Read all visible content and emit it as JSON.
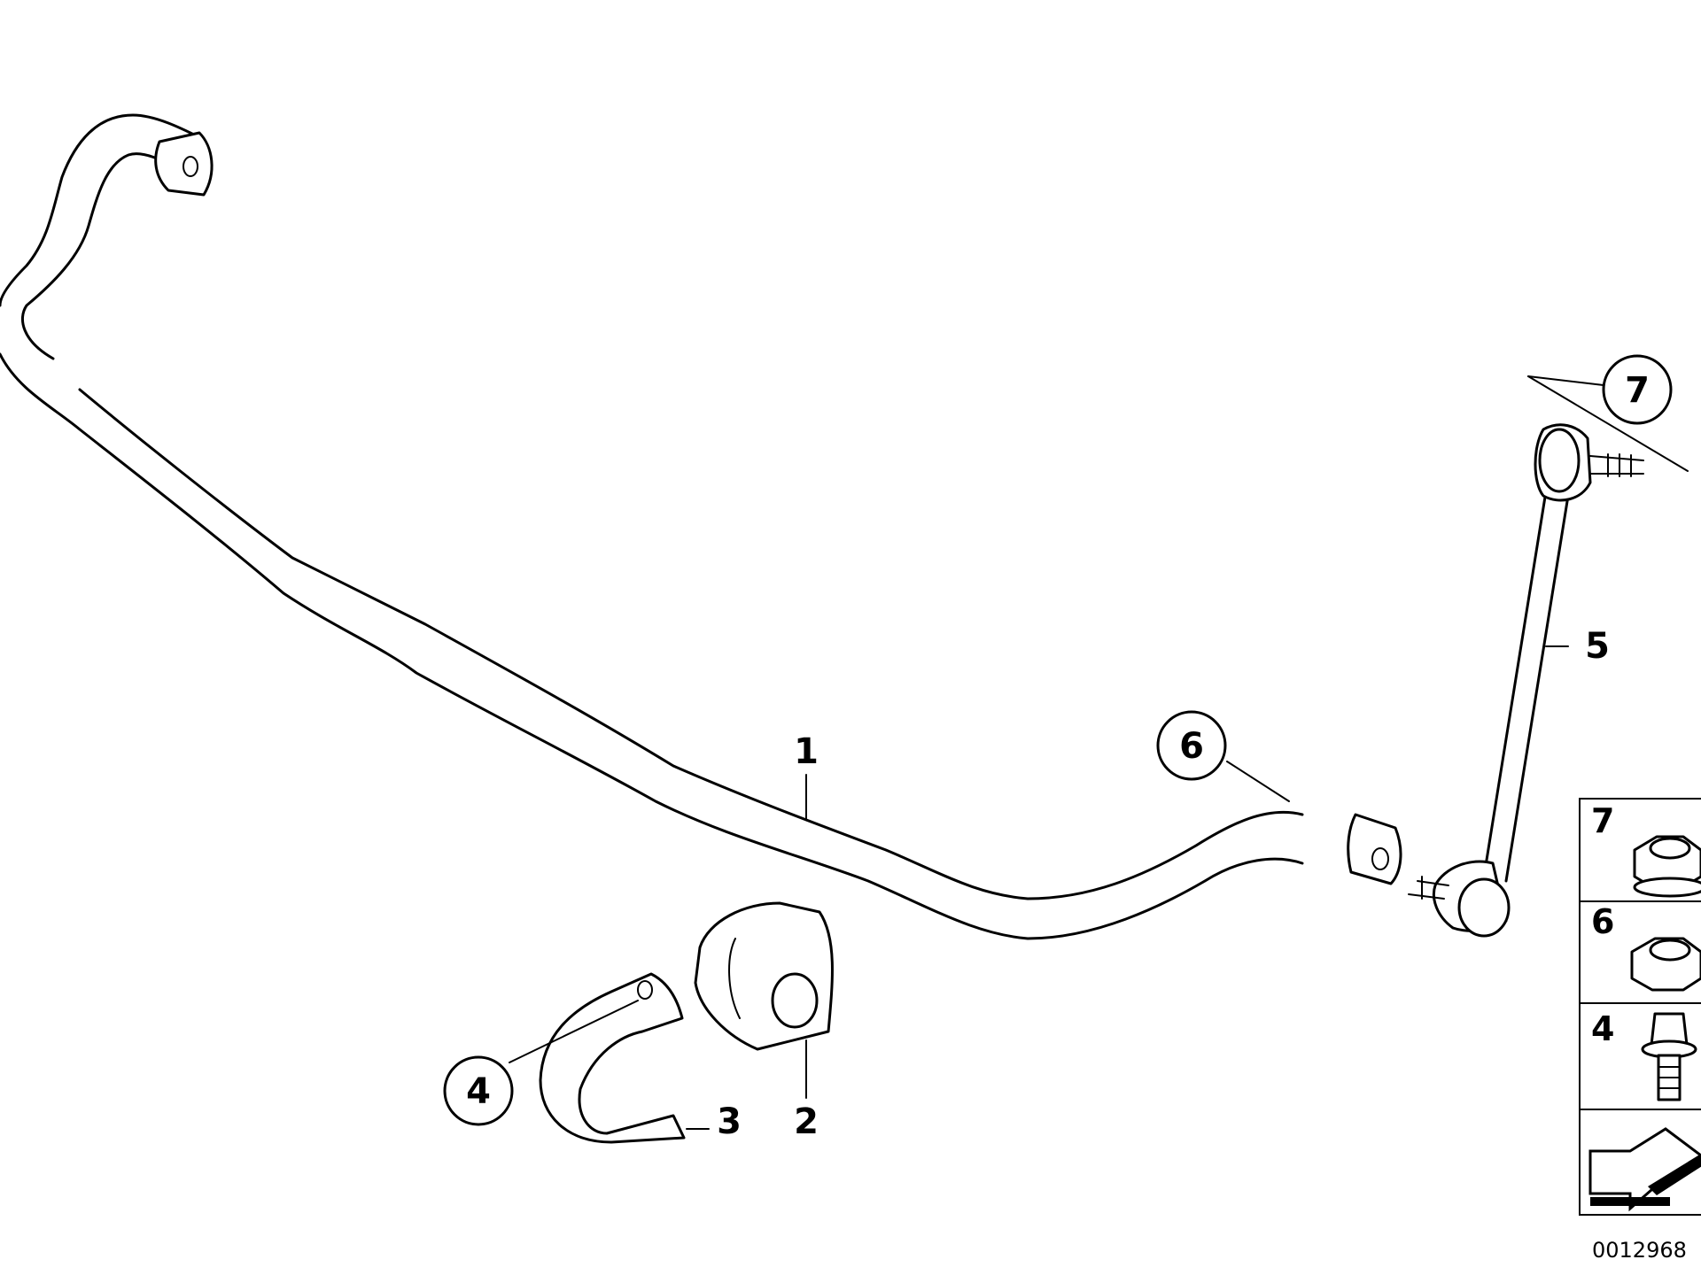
{
  "diagram": {
    "part_numbers": {
      "p1": "1",
      "p2": "2",
      "p3": "3",
      "p4": "4",
      "p5": "5",
      "p6": "6",
      "p7": "7"
    },
    "legend": {
      "rows": [
        "7",
        "6",
        "4"
      ]
    },
    "reference": "0012968"
  }
}
